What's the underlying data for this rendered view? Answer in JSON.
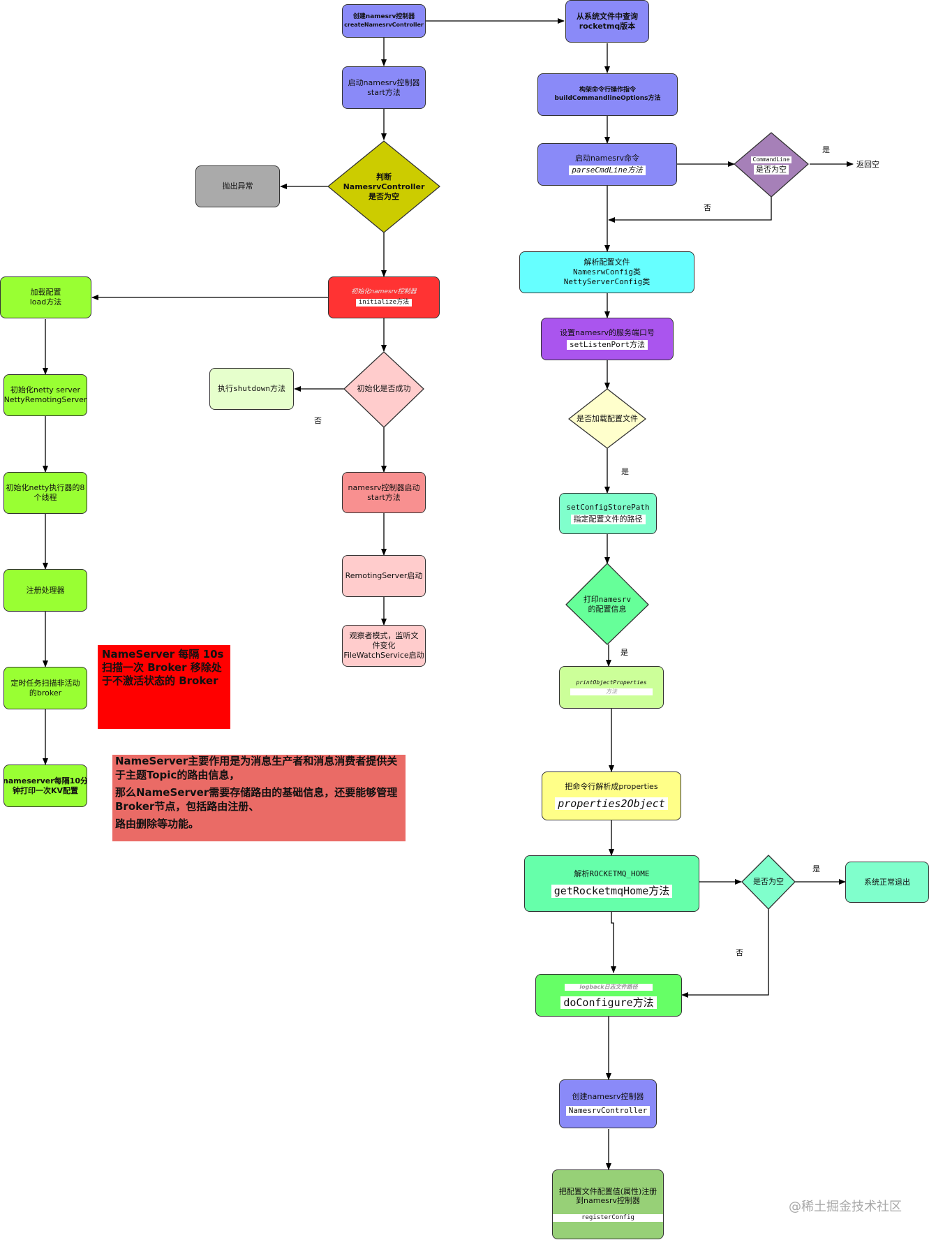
{
  "colors": {
    "blue": "#8a8af8",
    "gray": "#aaaaaa",
    "olive": "#cccc00",
    "red": "#ff3333",
    "pink_light": "#ffcccc",
    "salmon": "#f89090",
    "lime": "#99ff33",
    "pale_green": "#e6ffcc",
    "cyan": "#66ffff",
    "purple": "#aa55ee",
    "purple_diamond": "#a680b8",
    "cream": "#ffffcc",
    "aqua_green": "#80ffcc",
    "mint": "#66ff99",
    "pale_lime": "#ccff99",
    "yellow": "#ffff88",
    "green": "#66ff66",
    "olive_green": "#97d077",
    "note_red": "#ff0000",
    "note_salmon": "#ea6b66"
  },
  "nodes": {
    "create_controller": {
      "line1": "创建namesrv控制器",
      "line2": "createNamesrvController"
    },
    "query_version": {
      "line1": "从系统文件中查询",
      "line2": "rocketmq版本"
    },
    "start_controller": {
      "line1": "启动namesrv控制器",
      "line2": "start方法"
    },
    "build_options": {
      "line1": "构架命令行操作指令",
      "line2": "buildCommandlineOptions方法"
    },
    "start_cmd": {
      "line1": "启动namesrv命令",
      "line2": "parseCmdLine方法"
    },
    "commandline_empty": {
      "line1": "CommandLine",
      "line2": "是否为空"
    },
    "return_null": {
      "text": "返回空"
    },
    "check_null": {
      "line1": "判断",
      "line2": "NamesrvController",
      "line3": "是否为空"
    },
    "throw_exception": {
      "text": "抛出异常"
    },
    "parse_config": {
      "line1": "解析配置文件",
      "line2": "NamesrwConfig类",
      "line3": "NettyServerConfig类"
    },
    "init_controller": {
      "line1": "初始化namesrv控制器",
      "line2": "initialize方法"
    },
    "load_config": {
      "line1": "加载配置",
      "line2": "load方法"
    },
    "set_port": {
      "line1": "设置namesrv的服务端口号",
      "line2": "setListenPort方法"
    },
    "exec_shutdown": {
      "text": "执行shutdown方法"
    },
    "init_success": {
      "text": "初始化是否成功"
    },
    "init_netty_server": {
      "line1": "初始化netty server",
      "line2": "NettyRemotingServer"
    },
    "load_config_file": {
      "text": "是否加载配置文件"
    },
    "init_executor": {
      "line1": "初始化netty执行器的8",
      "line2": "个线程"
    },
    "controller_start": {
      "line1": "namesrv控制器启动",
      "line2": "start方法"
    },
    "set_store_path": {
      "line1": "setConfigStorePath",
      "line2": "指定配置文件的路径"
    },
    "remoting_start": {
      "text": "RemotingServer启动"
    },
    "register_processor": {
      "text": "注册处理器"
    },
    "print_config": {
      "line1": "打印namesrv",
      "line2": "的配置信息"
    },
    "observer": {
      "line1": "观察者模式，监听文",
      "line2": "件变化",
      "line3": "FileWatchService启动"
    },
    "scan_broker": {
      "line1": "定时任务扫描非活动",
      "line2": "的broker"
    },
    "print_props": {
      "line1": "printObjectProperties",
      "line2": "方法"
    },
    "print_kv": {
      "line1": "nameserver每隔10分",
      "line2": "钟打印一次KV配置"
    },
    "parse_props": {
      "line1": "把命令行解析成properties",
      "line2": "properties2Object"
    },
    "parse_home": {
      "line1": "解析ROCKETMQ_HOME",
      "line2": "getRocketmqHome方法"
    },
    "home_empty": {
      "text": "是否为空"
    },
    "normal_exit": {
      "text": "系统正常退出"
    },
    "do_configure": {
      "line1": "logback日志文件路径",
      "line2": "doConfigure方法"
    },
    "create_controller2": {
      "line1": "创建namesrv控制器",
      "line2": "NamesrvController"
    },
    "register_config": {
      "line1": "把配置文件配置值(属性)注册",
      "line2": "到namesrv控制器",
      "line3": "registerConfig"
    }
  },
  "edge_labels": {
    "cmd_yes": "是",
    "cmd_no": "否",
    "init_no": "否",
    "load_yes": "是",
    "print_yes": "是",
    "home_yes": "是",
    "home_no": "否"
  },
  "notes": {
    "note1": "NameServer 每隔 10s 扫描一次 Broker 移除处于不激活状态的 Broker",
    "note2_p1": "NameServer主要作用是为消息生产者和消息消费者提供关于主题Topic的路由信息，",
    "note2_p2": "那么NameServer需要存储路由的基础信息，还要能够管理Broker节点，包括路由注册、",
    "note2_p3": "路由删除等功能。"
  },
  "watermark": "@稀土掘金技术社区"
}
